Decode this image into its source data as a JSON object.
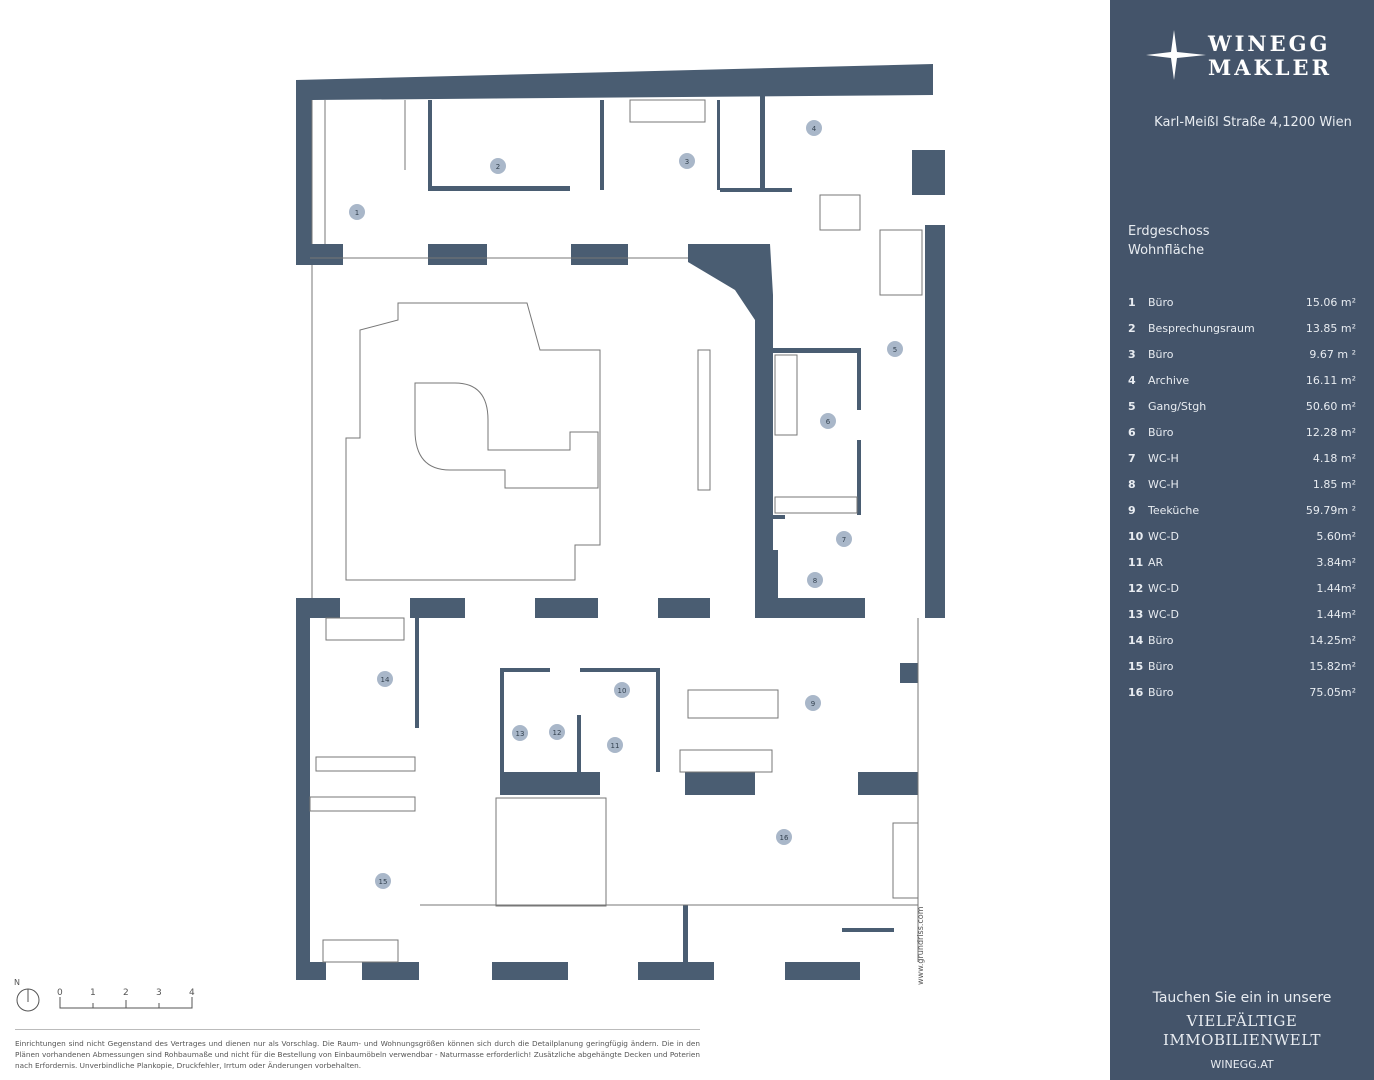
{
  "brand": {
    "line1": "WINEGG",
    "line2": "MAKLER"
  },
  "address": "Karl-Meißl Straße 4,1200 Wien",
  "section": {
    "floor": "Erdgeschoss",
    "label": "Wohnfläche"
  },
  "rooms": [
    {
      "no": "1",
      "name": "Büro",
      "area": "15.06 m²"
    },
    {
      "no": "2",
      "name": "Besprechungsraum",
      "area": "13.85 m²"
    },
    {
      "no": "3",
      "name": "Büro",
      "area": "9.67 m ²"
    },
    {
      "no": "4",
      "name": "Archive",
      "area": "16.11 m²"
    },
    {
      "no": "5",
      "name": "Gang/Stgh",
      "area": "50.60 m²"
    },
    {
      "no": "6",
      "name": "Büro",
      "area": "12.28 m²"
    },
    {
      "no": "7",
      "name": "WC-H",
      "area": "4.18 m²"
    },
    {
      "no": "8",
      "name": "WC-H",
      "area": "1.85 m²"
    },
    {
      "no": "9",
      "name": "Teeküche",
      "area": "59.79m ²"
    },
    {
      "no": "10",
      "name": "WC-D",
      "area": "5.60m²"
    },
    {
      "no": "11",
      "name": "AR",
      "area": "3.84m²"
    },
    {
      "no": "12",
      "name": "WC-D",
      "area": "1.44m²"
    },
    {
      "no": "13",
      "name": "WC-D",
      "area": "1.44m²"
    },
    {
      "no": "14",
      "name": "Büro",
      "area": "14.25m²"
    },
    {
      "no": "15",
      "name": "Büro",
      "area": "15.82m²"
    },
    {
      "no": "16",
      "name": "Büro",
      "area": "75.05m²"
    }
  ],
  "tagline": {
    "intro": "Tauchen Sie ein in unsere",
    "line1": "VIELFÄLTIGE",
    "line2": "IMMOBILIENWELT",
    "web": "WINEGG.AT"
  },
  "north": "N",
  "scale": [
    "0",
    "1",
    "2",
    "3",
    "4"
  ],
  "watermark": "www.grundriss.com",
  "disclaimer": "Einrichtungen sind nicht Gegenstand des Vertrages und dienen nur als Vorschlag. Die Raum- und Wohnungsgrößen können sich durch die Detailplanung geringfügig ändern. Die in den Plänen vorhandenen Abmessungen sind Rohbaumaße und nicht für die Bestellung von Einbaumöbeln verwendbar - Naturmasse erforderlich! Zusätzliche abgehängte Decken und Poterien nach Erfordernis. Unverbindliche Plankopie, Druckfehler, Irrtum oder Änderungen vorbehalten.",
  "colors": {
    "wall": "#4a5d72",
    "panel": "#44546a",
    "marker": "#a9b7c9"
  }
}
